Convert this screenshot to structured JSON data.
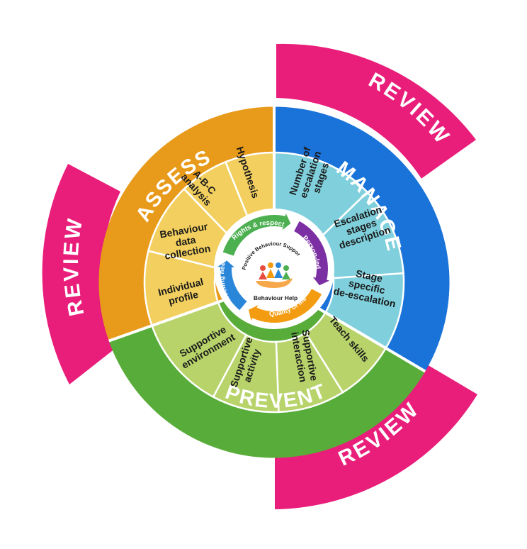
{
  "colors": {
    "review": "#e91e7a",
    "assess_ring": "#e89a1a",
    "assess_seg": "#f2cf5e",
    "manage_ring": "#1a73d9",
    "manage_seg": "#7fd0dc",
    "prevent_ring": "#58ad3a",
    "prevent_seg": "#b7d36a",
    "divider": "#ffffff"
  },
  "review": {
    "top": "REVIEW",
    "left": "REVIEW",
    "bottom": "REVIEW"
  },
  "sections": {
    "assess": {
      "label": "ASSESS",
      "items": [
        {
          "lines": [
            "Individual",
            "profile"
          ]
        },
        {
          "lines": [
            "Behaviour",
            "data",
            "collection"
          ]
        },
        {
          "lines": [
            "A-B-C",
            "analysis"
          ]
        },
        {
          "lines": [
            "Hypothesis"
          ]
        }
      ]
    },
    "manage": {
      "label": "MANAGE",
      "items": [
        {
          "lines": [
            "Number of",
            "escalation",
            "stages"
          ]
        },
        {
          "lines": [
            "Escalation",
            "stages",
            "description"
          ]
        },
        {
          "lines": [
            "Stage",
            "specific",
            "de-escalation"
          ]
        }
      ]
    },
    "prevent": {
      "label": "PREVENT",
      "items": [
        {
          "lines": [
            "Teach skills"
          ]
        },
        {
          "lines": [
            "Supportive",
            "interaction"
          ]
        },
        {
          "lines": [
            "Supportive",
            "activity"
          ]
        },
        {
          "lines": [
            "Supportive",
            "environment"
          ]
        }
      ]
    }
  },
  "hub": {
    "arrows": [
      {
        "label": "Rights & respect",
        "color": "#4caf50"
      },
      {
        "label": "Person-led",
        "color": "#7b2fa3"
      },
      {
        "label": "Quality of life",
        "color": "#f39c12"
      },
      {
        "label": "Meeting needs",
        "color": "#2a86d8"
      }
    ],
    "top_text": "Positive Behaviour Support",
    "bottom_text": "Behaviour Help",
    "logo_icon": "people-hand-icon"
  }
}
